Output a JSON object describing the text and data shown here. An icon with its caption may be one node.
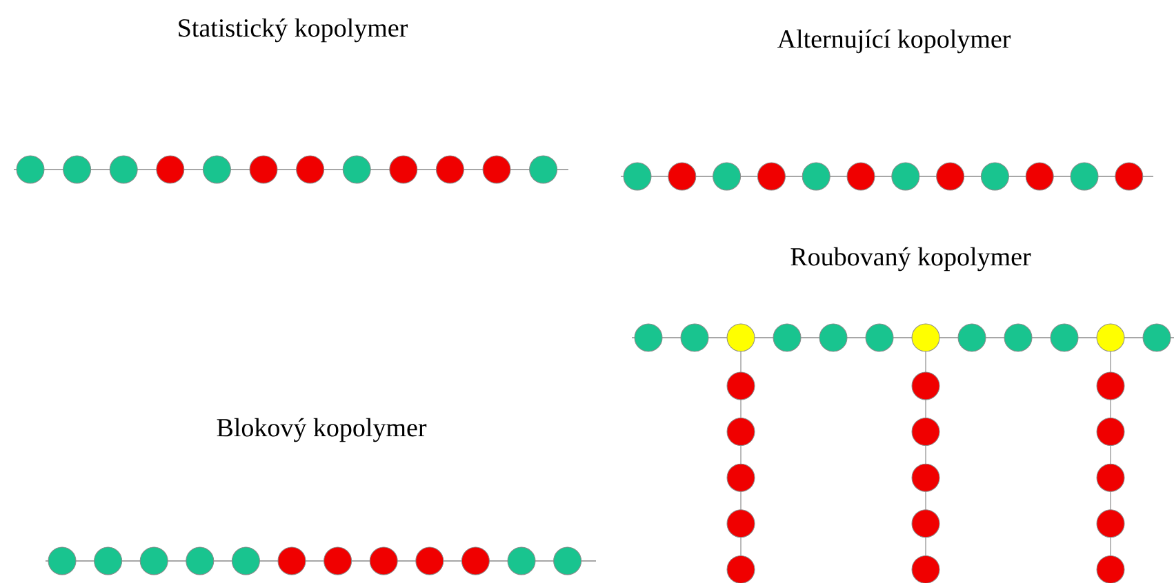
{
  "diagram": {
    "labels": [
      "Statistický kopolymer",
      "Alternující kopolymer",
      "Roubovaný kopolymer",
      "Blokový kopolymer"
    ]
  }
}
